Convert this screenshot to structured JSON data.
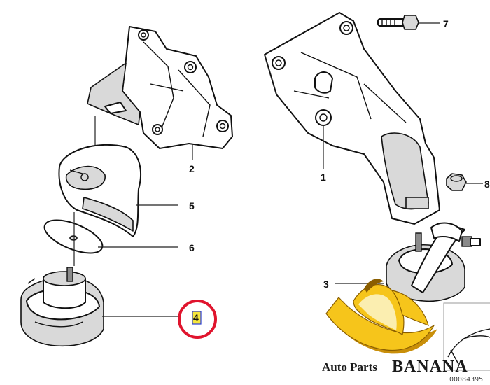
{
  "diagram": {
    "callouts": {
      "part_1": "1",
      "part_2": "2",
      "part_3": "3",
      "part_4": "4",
      "part_5": "5",
      "part_6": "6",
      "part_7": "7",
      "part_8": "8"
    },
    "highlight": {
      "target": "part_4",
      "color": "#e0142d",
      "label_fill": "#f5e63c",
      "label_border": "#2a3cd6"
    },
    "document_number": "00084395"
  },
  "branding": {
    "name_prefix": "Auto Parts",
    "name_main": "BANANA",
    "logo_icon": "banana-icon",
    "colors": {
      "banana": "#f6c51b",
      "banana_shadow": "#c98f0a",
      "peel_inner": "#fbeeb0"
    }
  }
}
